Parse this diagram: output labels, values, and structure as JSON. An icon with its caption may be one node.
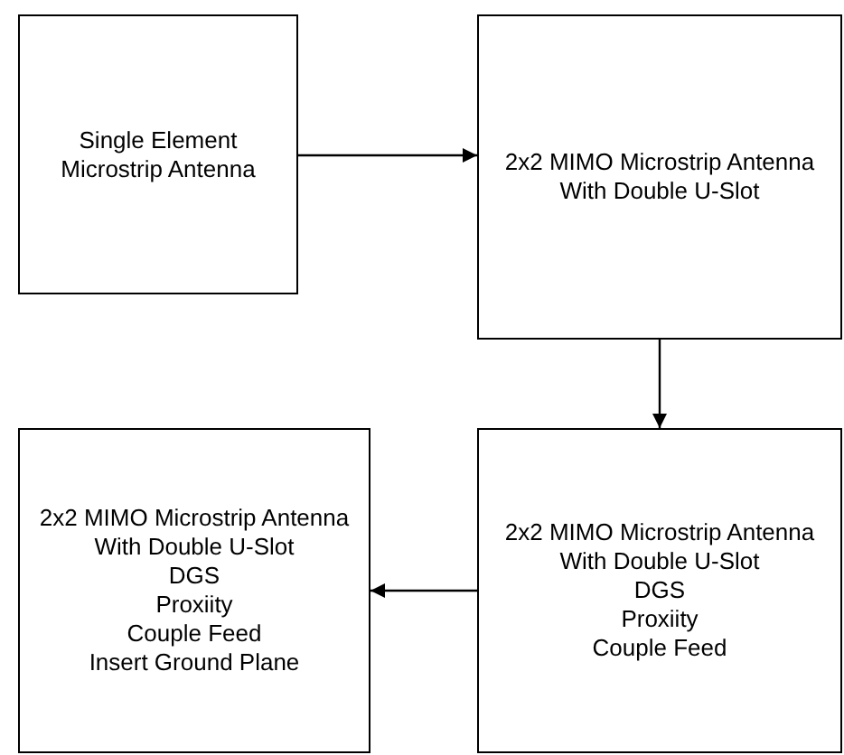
{
  "diagram": {
    "nodes": [
      {
        "text": [
          "Single Element Microstrip Antenna"
        ]
      },
      {
        "text": [
          "2x2 MIMO Microstrip Antenna With Double U-Slot"
        ]
      },
      {
        "text": [
          "2x2 MIMO Microstrip Antenna With Double U-Slot",
          "DGS",
          "Proxiity",
          "Couple Feed"
        ]
      },
      {
        "text": [
          "2x2 MIMO Microstrip Antenna With Double U-Slot",
          "DGS",
          "Proxiity",
          "Couple Feed",
          "Insert Ground Plane"
        ]
      }
    ],
    "edges": [
      {
        "from": 0,
        "to": 1,
        "arrow": "to"
      },
      {
        "from": 1,
        "to": 2,
        "arrow": "to"
      },
      {
        "from": 2,
        "to": 3,
        "arrow": "to"
      }
    ]
  }
}
